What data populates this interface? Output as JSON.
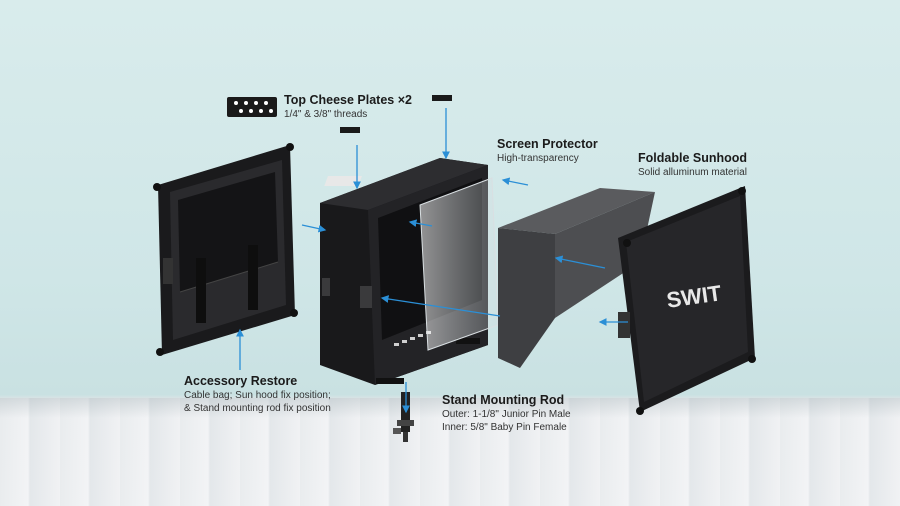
{
  "labels": {
    "cheese_plates": {
      "title": "Top Cheese Plates ×2",
      "sub": "1/4\" & 3/8\" threads"
    },
    "screen_protector": {
      "title": "Screen Protector",
      "sub": "High-transparency"
    },
    "sunhood": {
      "title": "Foldable Sunhood",
      "sub": "Solid alluminum material"
    },
    "accessory": {
      "title": "Accessory Restore",
      "sub1": "Cable bag; Sun hood fix position;",
      "sub2": "& Stand mounting rod fix position"
    },
    "stand_rod": {
      "title": "Stand Mounting Rod",
      "sub1": "Outer: 1-1/8\" Junior Pin Male",
      "sub2": "Inner: 5/8\" Baby Pin Female"
    }
  },
  "brand": "SWIT",
  "colors": {
    "case": "#1c1c1e",
    "arrow": "#2b8fd6",
    "wall": "#d3e8e9"
  }
}
